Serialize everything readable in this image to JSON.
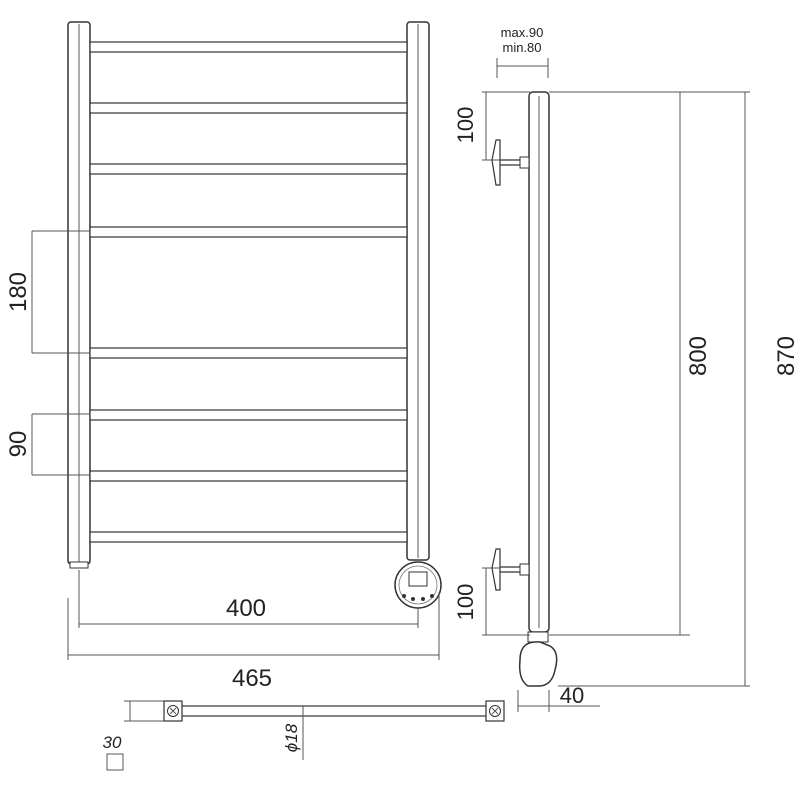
{
  "front_view": {
    "dim_width_inner": "400",
    "dim_width_outer": "465",
    "dim_bar_spacing_large": "180",
    "dim_bar_spacing_small": "90"
  },
  "side_view": {
    "wall_offset_max": "max.90",
    "wall_offset_min": "min.80",
    "dim_top_bracket": "100",
    "dim_bottom_bracket": "100",
    "dim_height_inner": "800",
    "dim_height_total": "870",
    "dim_depth": "40"
  },
  "top_view": {
    "dim_bar_diameter": "ϕ18",
    "dim_profile": "30"
  },
  "colors": {
    "line": "#333333",
    "dimension": "#555555",
    "background": "#ffffff"
  }
}
